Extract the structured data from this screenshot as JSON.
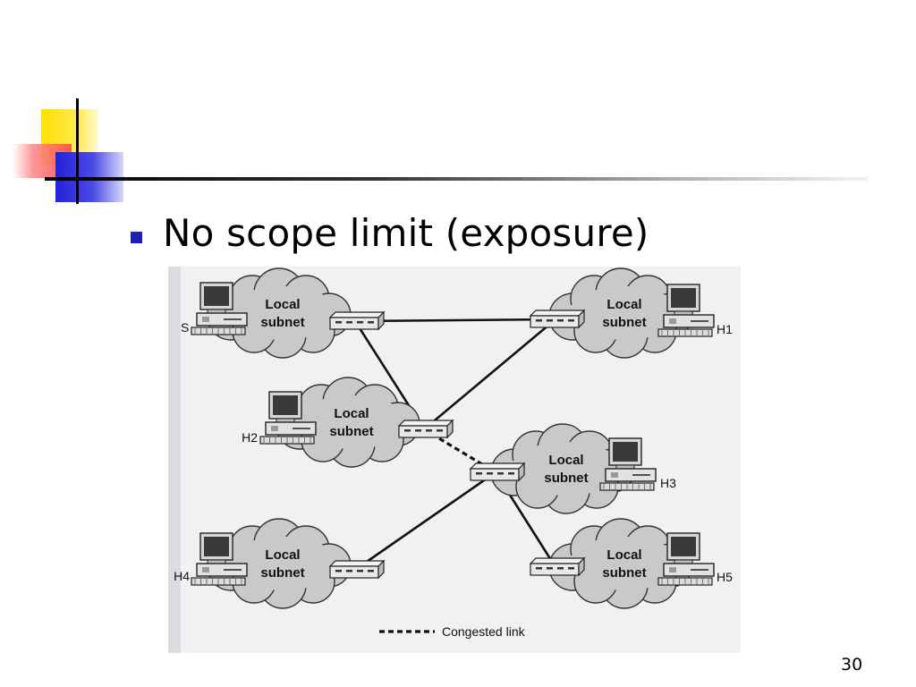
{
  "slide": {
    "bullet": "No scope limit (exposure)",
    "page_number": "30"
  },
  "diagram": {
    "nodes": [
      {
        "id": "S",
        "host_label": "S",
        "cloud_line1": "Local",
        "cloud_line2": "subnet"
      },
      {
        "id": "H1",
        "host_label": "H1",
        "cloud_line1": "Local",
        "cloud_line2": "subnet"
      },
      {
        "id": "H2",
        "host_label": "H2",
        "cloud_line1": "Local",
        "cloud_line2": "subnet"
      },
      {
        "id": "H3",
        "host_label": "H3",
        "cloud_line1": "Local",
        "cloud_line2": "subnet"
      },
      {
        "id": "H4",
        "host_label": "H4",
        "cloud_line1": "Local",
        "cloud_line2": "subnet"
      },
      {
        "id": "H5",
        "host_label": "H5",
        "cloud_line1": "Local",
        "cloud_line2": "subnet"
      }
    ],
    "links": [
      {
        "from": "S",
        "to": "H1",
        "style": "solid"
      },
      {
        "from": "S",
        "to": "H2",
        "style": "solid"
      },
      {
        "from": "H1",
        "to": "H2",
        "style": "solid"
      },
      {
        "from": "H2",
        "to": "H3",
        "style": "dashed"
      },
      {
        "from": "H3",
        "to": "H4",
        "style": "solid"
      },
      {
        "from": "H3",
        "to": "H5",
        "style": "solid"
      }
    ],
    "legend": {
      "label": "Congested link"
    }
  }
}
